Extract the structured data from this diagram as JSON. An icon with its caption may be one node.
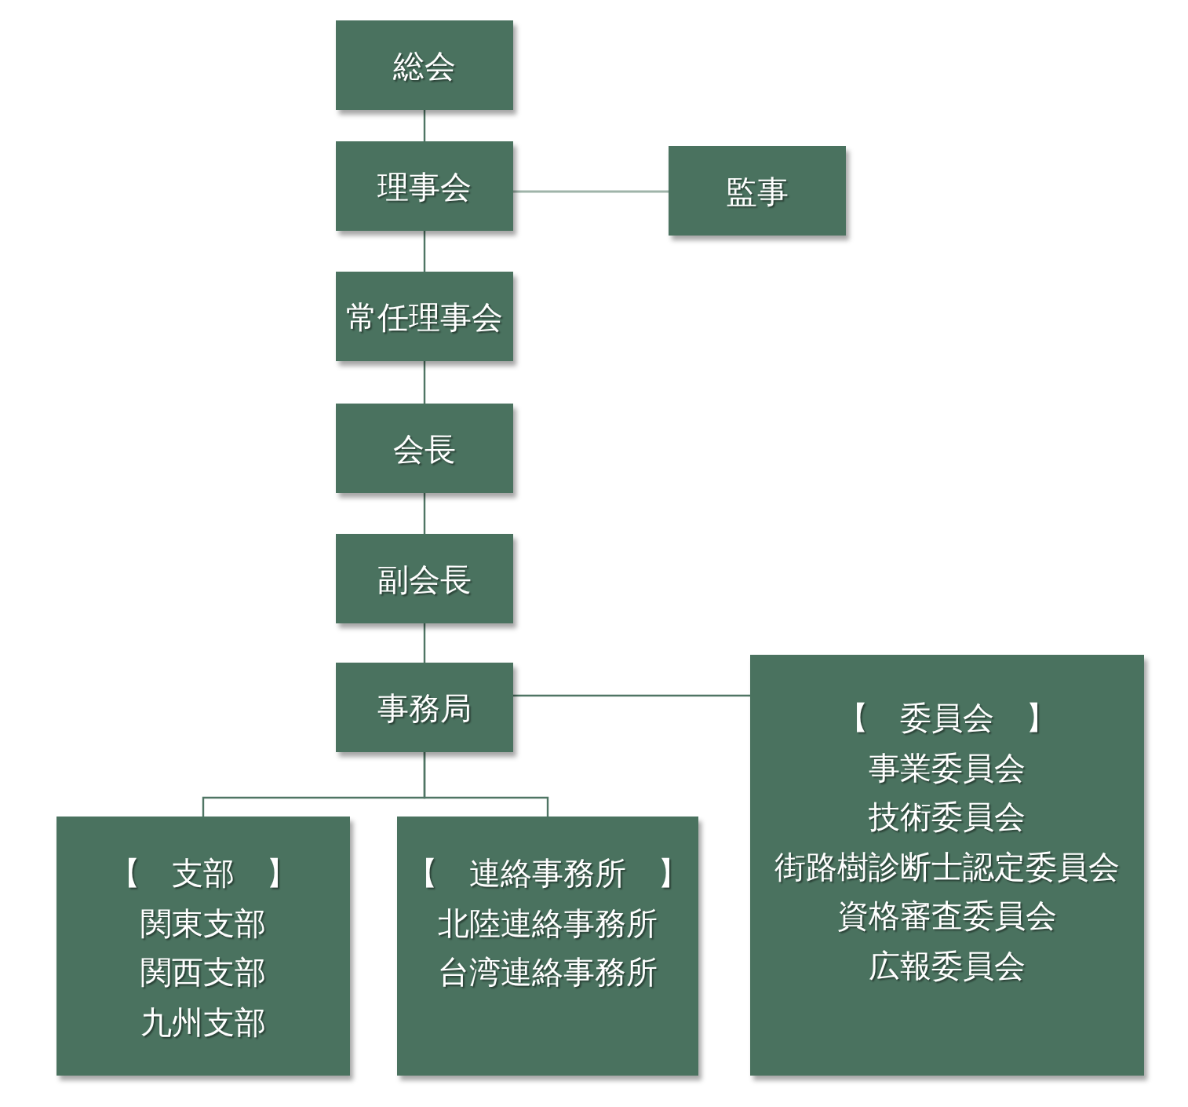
{
  "diagram": {
    "nodes": [
      {
        "text": [
          "総会"
        ]
      },
      {
        "text": [
          "理事会"
        ]
      },
      {
        "text": [
          "監事"
        ]
      },
      {
        "text": [
          "常任理事会"
        ]
      },
      {
        "text": [
          "会長"
        ]
      },
      {
        "text": [
          "副会長"
        ]
      },
      {
        "text": [
          "事務局"
        ]
      },
      {
        "text": [
          "【　委員会　】",
          "事業委員会",
          "技術委員会",
          "街路樹診断士認定委員会",
          "資格審査委員会",
          "広報委員会"
        ]
      },
      {
        "text": [
          "【　支部　】",
          "関東支部",
          "関西支部",
          "九州支部"
        ]
      },
      {
        "text": [
          "【　連絡事務所　】",
          "北陸連絡事務所",
          "台湾連絡事務所"
        ]
      }
    ],
    "edges": [
      {
        "from": 0,
        "to": 1,
        "arrow": "none"
      },
      {
        "from": 1,
        "to": 2,
        "arrow": "none",
        "color": "#9fb4a9"
      },
      {
        "from": 1,
        "to": 3,
        "arrow": "none"
      },
      {
        "from": 3,
        "to": 4,
        "arrow": "none"
      },
      {
        "from": 4,
        "to": 5,
        "arrow": "none"
      },
      {
        "from": 5,
        "to": 6,
        "arrow": "none"
      },
      {
        "from": 6,
        "to": 7,
        "arrow": "none"
      },
      {
        "from": 6,
        "to": 8,
        "arrow": "none"
      },
      {
        "from": 6,
        "to": 9,
        "arrow": "none"
      }
    ]
  }
}
